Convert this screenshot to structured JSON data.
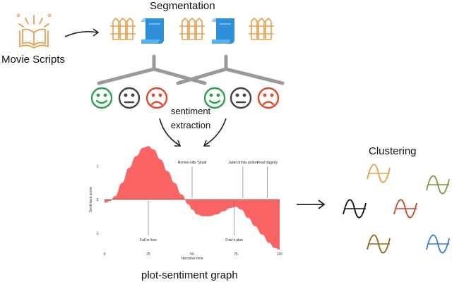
{
  "labels": {
    "segmentation": "Segmentation",
    "movie_scripts": "Movie Scripts",
    "sentiment": "sentiment",
    "extraction": "extraction",
    "plot_graph": "plot-sentiment graph",
    "clustering": "Clustering"
  },
  "icons": {
    "book": "open-book-icon",
    "fence": "fence-icon",
    "scroll": "script-scroll-icon",
    "happy": "happy-face-icon",
    "neutral": "neutral-face-icon",
    "sad": "sad-face-icon"
  },
  "colors": {
    "orange": "#e8a04a",
    "blue": "#2f8fd8",
    "gray": "#9a9a9a",
    "happy": "#2aa14a",
    "neutral": "#444444",
    "sad": "#e04a2a",
    "curve": "#fa6464",
    "cluster_orange": "#e8a04a",
    "cluster_green": "#7a9a3a",
    "cluster_black": "#111111",
    "cluster_red": "#c8452a",
    "cluster_brown": "#8a6a1a",
    "cluster_blue": "#3a7ad8"
  },
  "chart_data": {
    "type": "area",
    "xlabel": "Narrative time",
    "ylabel": "Sentiment score",
    "xlim": [
      0,
      100
    ],
    "ylim": [
      -1.5,
      1.5
    ],
    "xticks": [
      "0",
      "25",
      "50",
      "75",
      "100"
    ],
    "yticks": [
      "1",
      "0",
      "-1"
    ],
    "x": [
      0,
      3,
      6,
      10,
      14,
      18,
      22,
      25,
      28,
      32,
      36,
      40,
      44,
      48,
      50,
      53,
      56,
      60,
      64,
      68,
      72,
      75,
      78,
      82,
      86,
      90,
      94,
      97,
      100
    ],
    "y": [
      -0.1,
      -0.05,
      0.1,
      0.5,
      0.95,
      1.3,
      1.55,
      1.6,
      1.5,
      1.2,
      0.85,
      0.5,
      0.15,
      -0.15,
      -0.3,
      -0.45,
      -0.5,
      -0.5,
      -0.45,
      -0.35,
      -0.25,
      -0.22,
      -0.3,
      -0.55,
      -0.8,
      -1.05,
      -1.3,
      -1.45,
      -1.5
    ],
    "annotations": [
      {
        "text": "Romeo kills Tybalt",
        "x": 50,
        "position": "above"
      },
      {
        "text": "Juliet drinks potion",
        "x": 79,
        "position": "above"
      },
      {
        "text": "Final tragedy",
        "x": 93,
        "position": "above"
      },
      {
        "text": "Fall in love",
        "x": 25,
        "position": "below"
      },
      {
        "text": "Friar's plan",
        "x": 74,
        "position": "below"
      }
    ]
  }
}
